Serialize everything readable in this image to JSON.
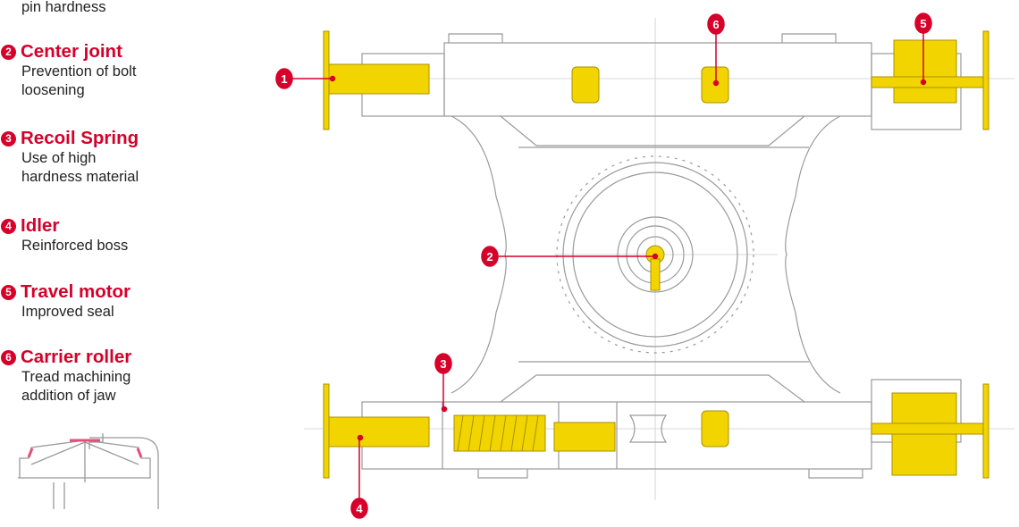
{
  "legend": {
    "top_fragment": "pin hardness",
    "items": [
      {
        "num": "2",
        "title": "Center joint",
        "desc1": "Prevention of bolt",
        "desc2": "loosening"
      },
      {
        "num": "3",
        "title": "Recoil Spring",
        "desc1": "Use of high",
        "desc2": "hardness material"
      },
      {
        "num": "4",
        "title": "Idler",
        "desc1": "Reinforced boss",
        "desc2": ""
      },
      {
        "num": "5",
        "title": "Travel motor",
        "desc1": "Improved seal",
        "desc2": ""
      },
      {
        "num": "6",
        "title": "Carrier roller",
        "desc1": "Tread machining",
        "desc2": "addition of jaw"
      }
    ]
  },
  "markers": [
    "1",
    "2",
    "3",
    "4",
    "5",
    "6"
  ],
  "colors": {
    "accent": "#d6002a",
    "part": "#f2d400",
    "line": "#9a9a9a"
  }
}
